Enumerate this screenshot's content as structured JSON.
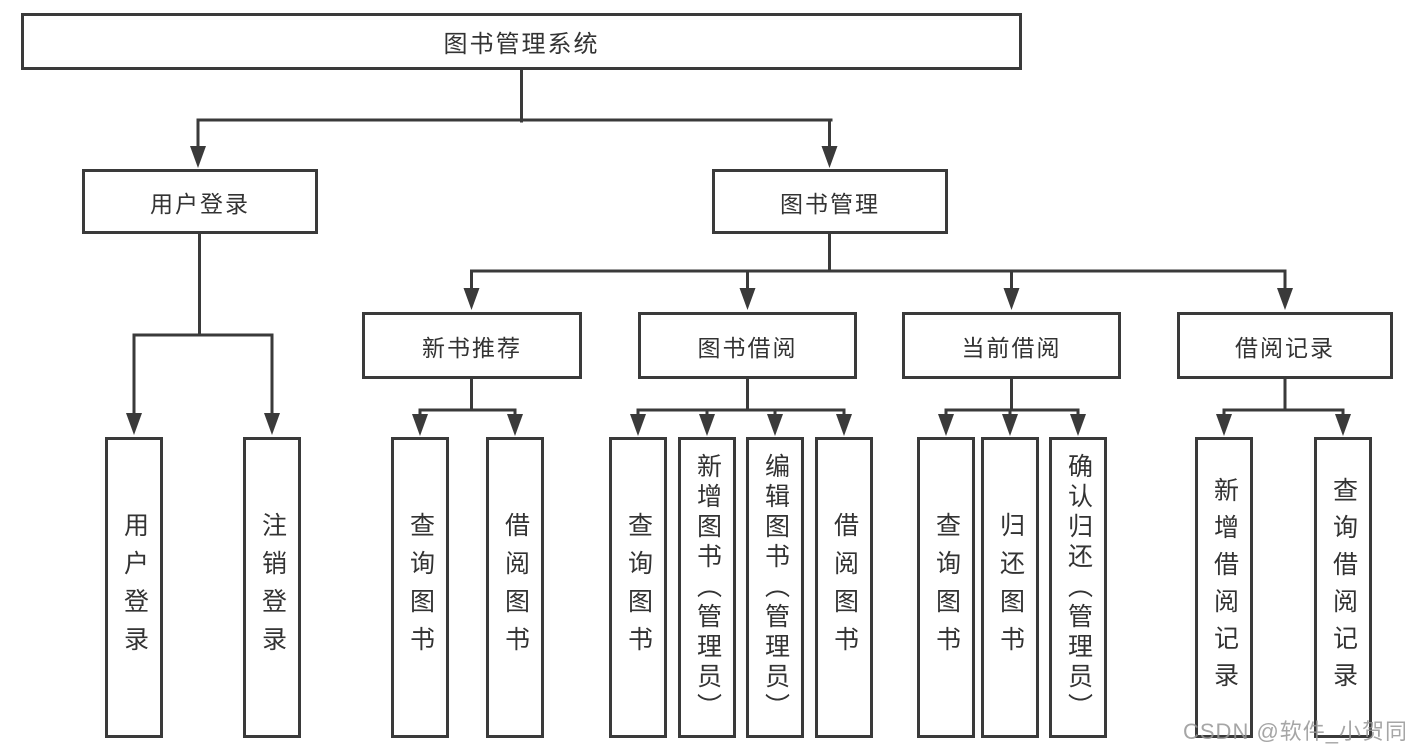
{
  "diagram": {
    "root": {
      "label": "图书管理系统"
    },
    "branches": [
      {
        "label": "用户登录",
        "leaves": [
          {
            "label": "用户登录"
          },
          {
            "label": "注销登录"
          }
        ]
      },
      {
        "label": "图书管理",
        "children": [
          {
            "label": "新书推荐",
            "leaves": [
              {
                "label": "查询图书"
              },
              {
                "label": "借阅图书"
              }
            ]
          },
          {
            "label": "图书借阅",
            "leaves": [
              {
                "label": "查询图书"
              },
              {
                "label": "新增图书（管理员）"
              },
              {
                "label": "编辑图书（管理员）"
              },
              {
                "label": "借阅图书"
              }
            ]
          },
          {
            "label": "当前借阅",
            "leaves": [
              {
                "label": "查询图书"
              },
              {
                "label": "归还图书"
              },
              {
                "label": "确认归还（管理员）"
              }
            ]
          },
          {
            "label": "借阅记录",
            "leaves": [
              {
                "label": "新增借阅记录"
              },
              {
                "label": "查询借阅记录"
              }
            ]
          }
        ]
      }
    ]
  },
  "watermark": {
    "text": "CSDN @软件_小贺同学"
  },
  "colors": {
    "line": "#3a3a3a",
    "text": "#333333",
    "background": "#ffffff",
    "watermark": "#969696"
  }
}
